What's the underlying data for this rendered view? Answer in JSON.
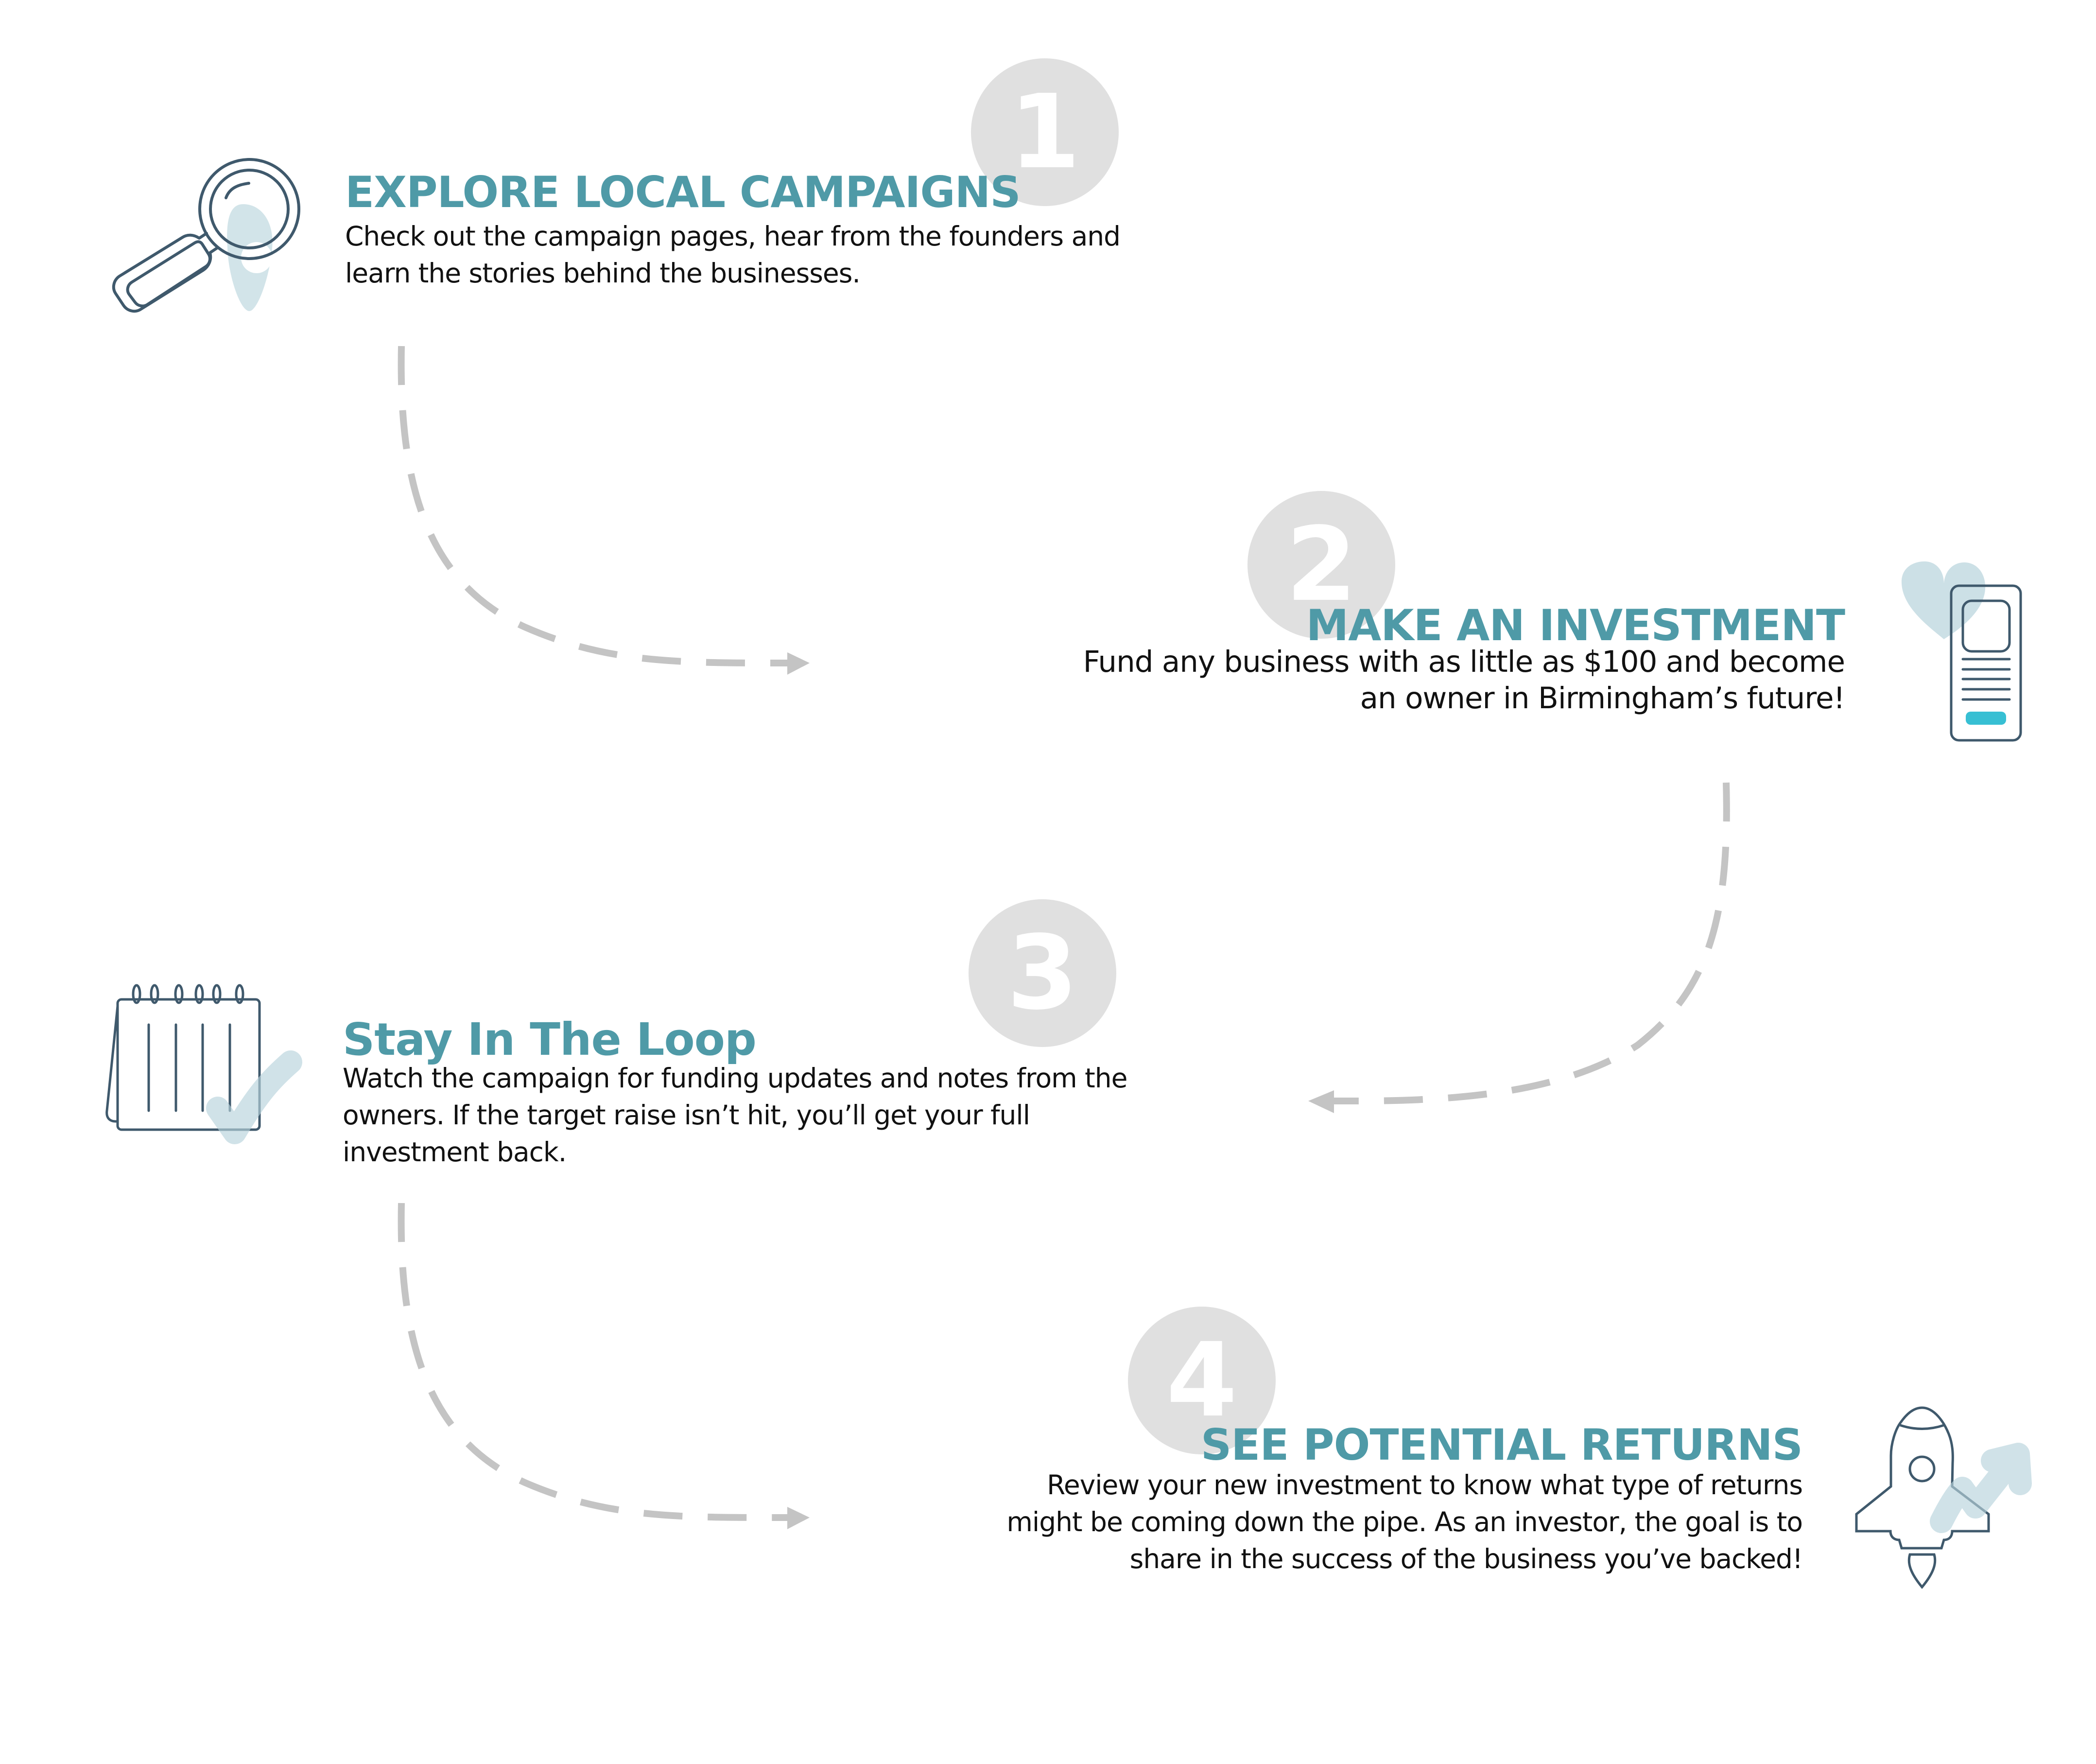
{
  "steps": [
    {
      "number": "1",
      "title": "EXPLORE LOCAL CAMPAIGNS",
      "lines": [
        "Check out the campaign pages, hear from the founders and",
        "learn the stories behind the businesses."
      ],
      "icon": "magnifying-glass-icon"
    },
    {
      "number": "2",
      "title": "MAKE AN INVESTMENT",
      "lines": [
        "Fund any business with as little as $100 and become",
        "an owner in Birmingham’s future!"
      ],
      "icon": "phone-heart-icon"
    },
    {
      "number": "3",
      "title": "Stay In The Loop",
      "lines": [
        "Watch the campaign for funding updates and notes from the",
        "owners. If the target raise isn’t hit, you’ll get your full",
        "investment back."
      ],
      "icon": "calendar-check-icon"
    },
    {
      "number": "4",
      "title": "SEE POTENTIAL RETURNS",
      "lines": [
        "Review your new investment to know what type of returns",
        "might be coming down the pipe. As an investor, the goal is to",
        "share in the success of the business you’ve backed!"
      ],
      "icon": "rocket-growth-icon"
    }
  ],
  "colors": {
    "accent": "#4f9aa7",
    "icon_stroke": "#3f596c",
    "icon_highlight": "#d2e4e9",
    "button_accent": "#37bfd3",
    "number_circle": "#e0e0e0",
    "arrow": "#c4c4c4",
    "body_text": "#111111"
  }
}
